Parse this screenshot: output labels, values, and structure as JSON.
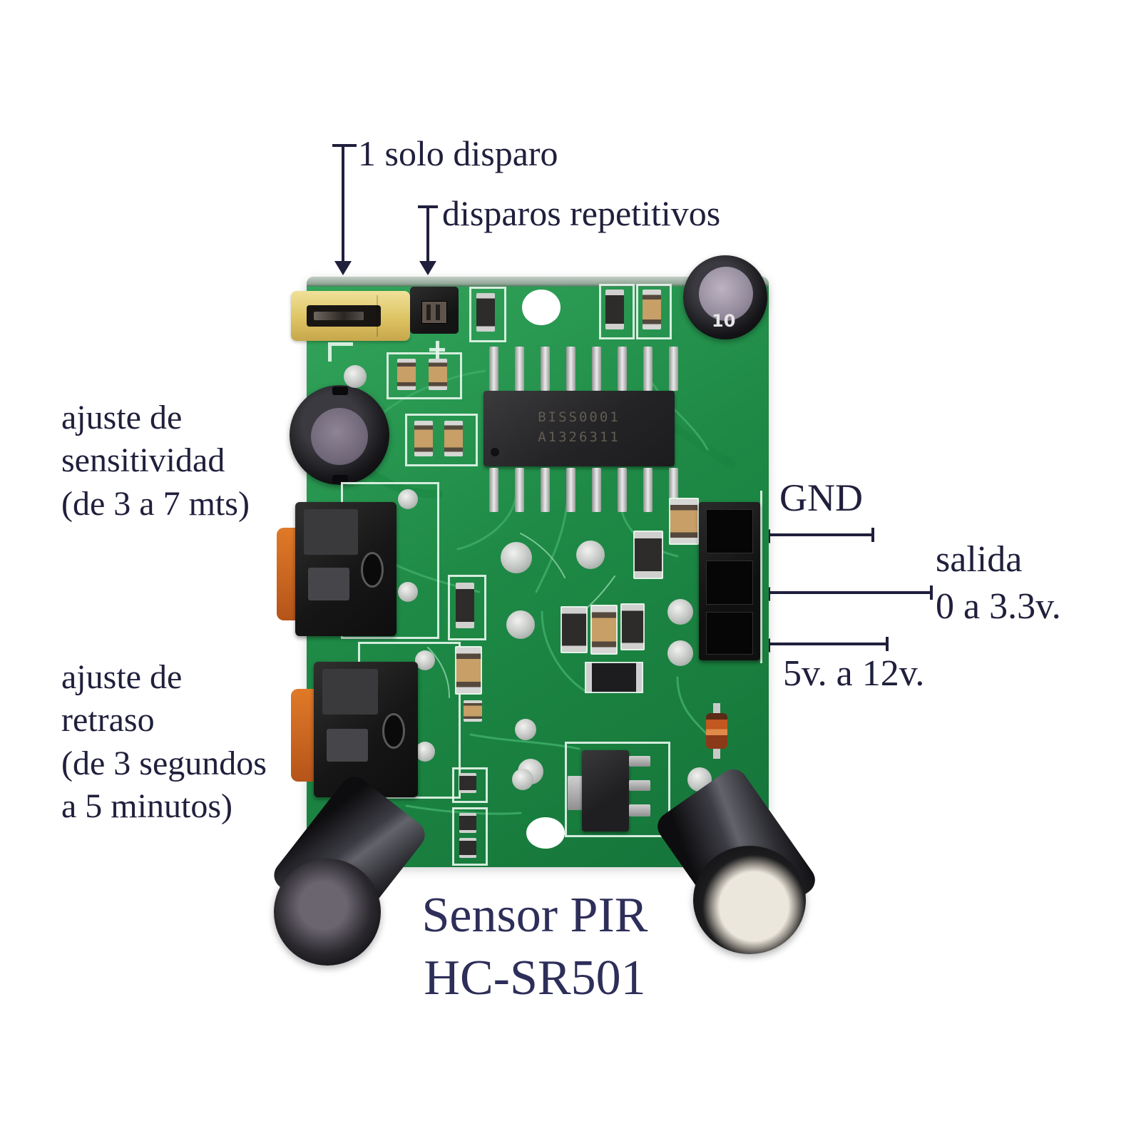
{
  "figure": {
    "title_line1": "Sensor PIR",
    "title_line2": "HC-SR501"
  },
  "annotations": {
    "single_shot": "1 solo disparo",
    "repetitive": "disparos repetitivos",
    "sensitivity": "ajuste de\nsensitividad\n(de 3 a 7 mts)",
    "delay": "ajuste de\nretraso\n(de 3 segundos\na 5 minutos)",
    "gnd": "GND",
    "output_l1": "salida",
    "output_l2": "0 a 3.3v.",
    "supply": "5v. a 12v."
  },
  "board": {
    "ic_marking_l1": "BISS0001",
    "ic_marking_l2": "A1326311",
    "cap_top_right_marking": "10",
    "colors": {
      "pcb_green": "#1e8a46",
      "silkscreen": "#e4f5ea",
      "jumper_yellow": "#e4cc6c",
      "pot_orange": "#cc6a1f",
      "annotation_text": "#20203d"
    }
  }
}
